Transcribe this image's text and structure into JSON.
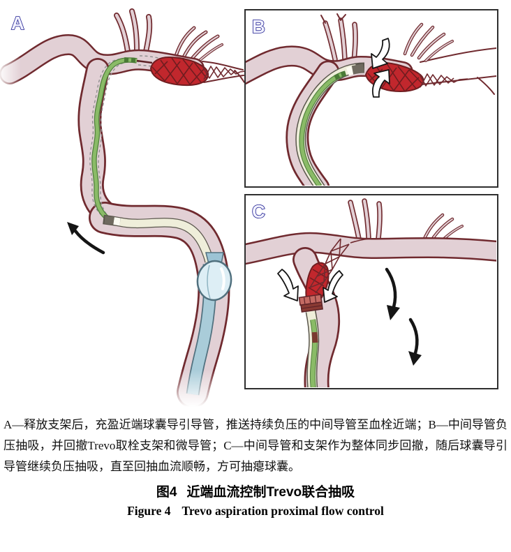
{
  "figure": {
    "panels": [
      {
        "label": "A"
      },
      {
        "label": "B"
      },
      {
        "label": "C"
      }
    ],
    "caption": "A—释放支架后，充盈近端球囊导引导管，推送持续负压的中间导管至血栓近端；B—中间导管负压抽吸，并回撤Trevo取栓支架和微导管；C—中间导管和支架作为整体同步回撤，随后球囊导引导管继续负压抽吸，直至回抽血流顺畅，方可抽瘪球囊。",
    "title_zh_prefix": "图4",
    "title_zh": "近端血流控制Trevo联合抽吸",
    "title_en_prefix": "Figure 4",
    "title_en": "Trevo aspiration proximal flow control"
  },
  "icons": {
    "advance_arrow": "black-curved-arrow-up",
    "aspiration_arrows": "white-curved-arrows",
    "withdrawal_arrows": "black-curved-arrows-down"
  },
  "colors": {
    "vessel_fill": "#e2d0d5",
    "vessel_outline": "#702a2f",
    "clot_red": "#c1272d",
    "clot_dark": "#701d20",
    "micro_green": "#8abb67",
    "micro_green_dark": "#4f7f3c",
    "catheter_cream": "#efeeda",
    "catheter_outline": "#5a564c",
    "marker_gray": "#6f6a5f",
    "balloon_blue": "#a9ccd9",
    "balloon_fill": "#ddeef5",
    "balloon_outline": "#50707e",
    "panel_label_blue": "#1a1a8e",
    "panel_border": "#2f2f2f"
  }
}
